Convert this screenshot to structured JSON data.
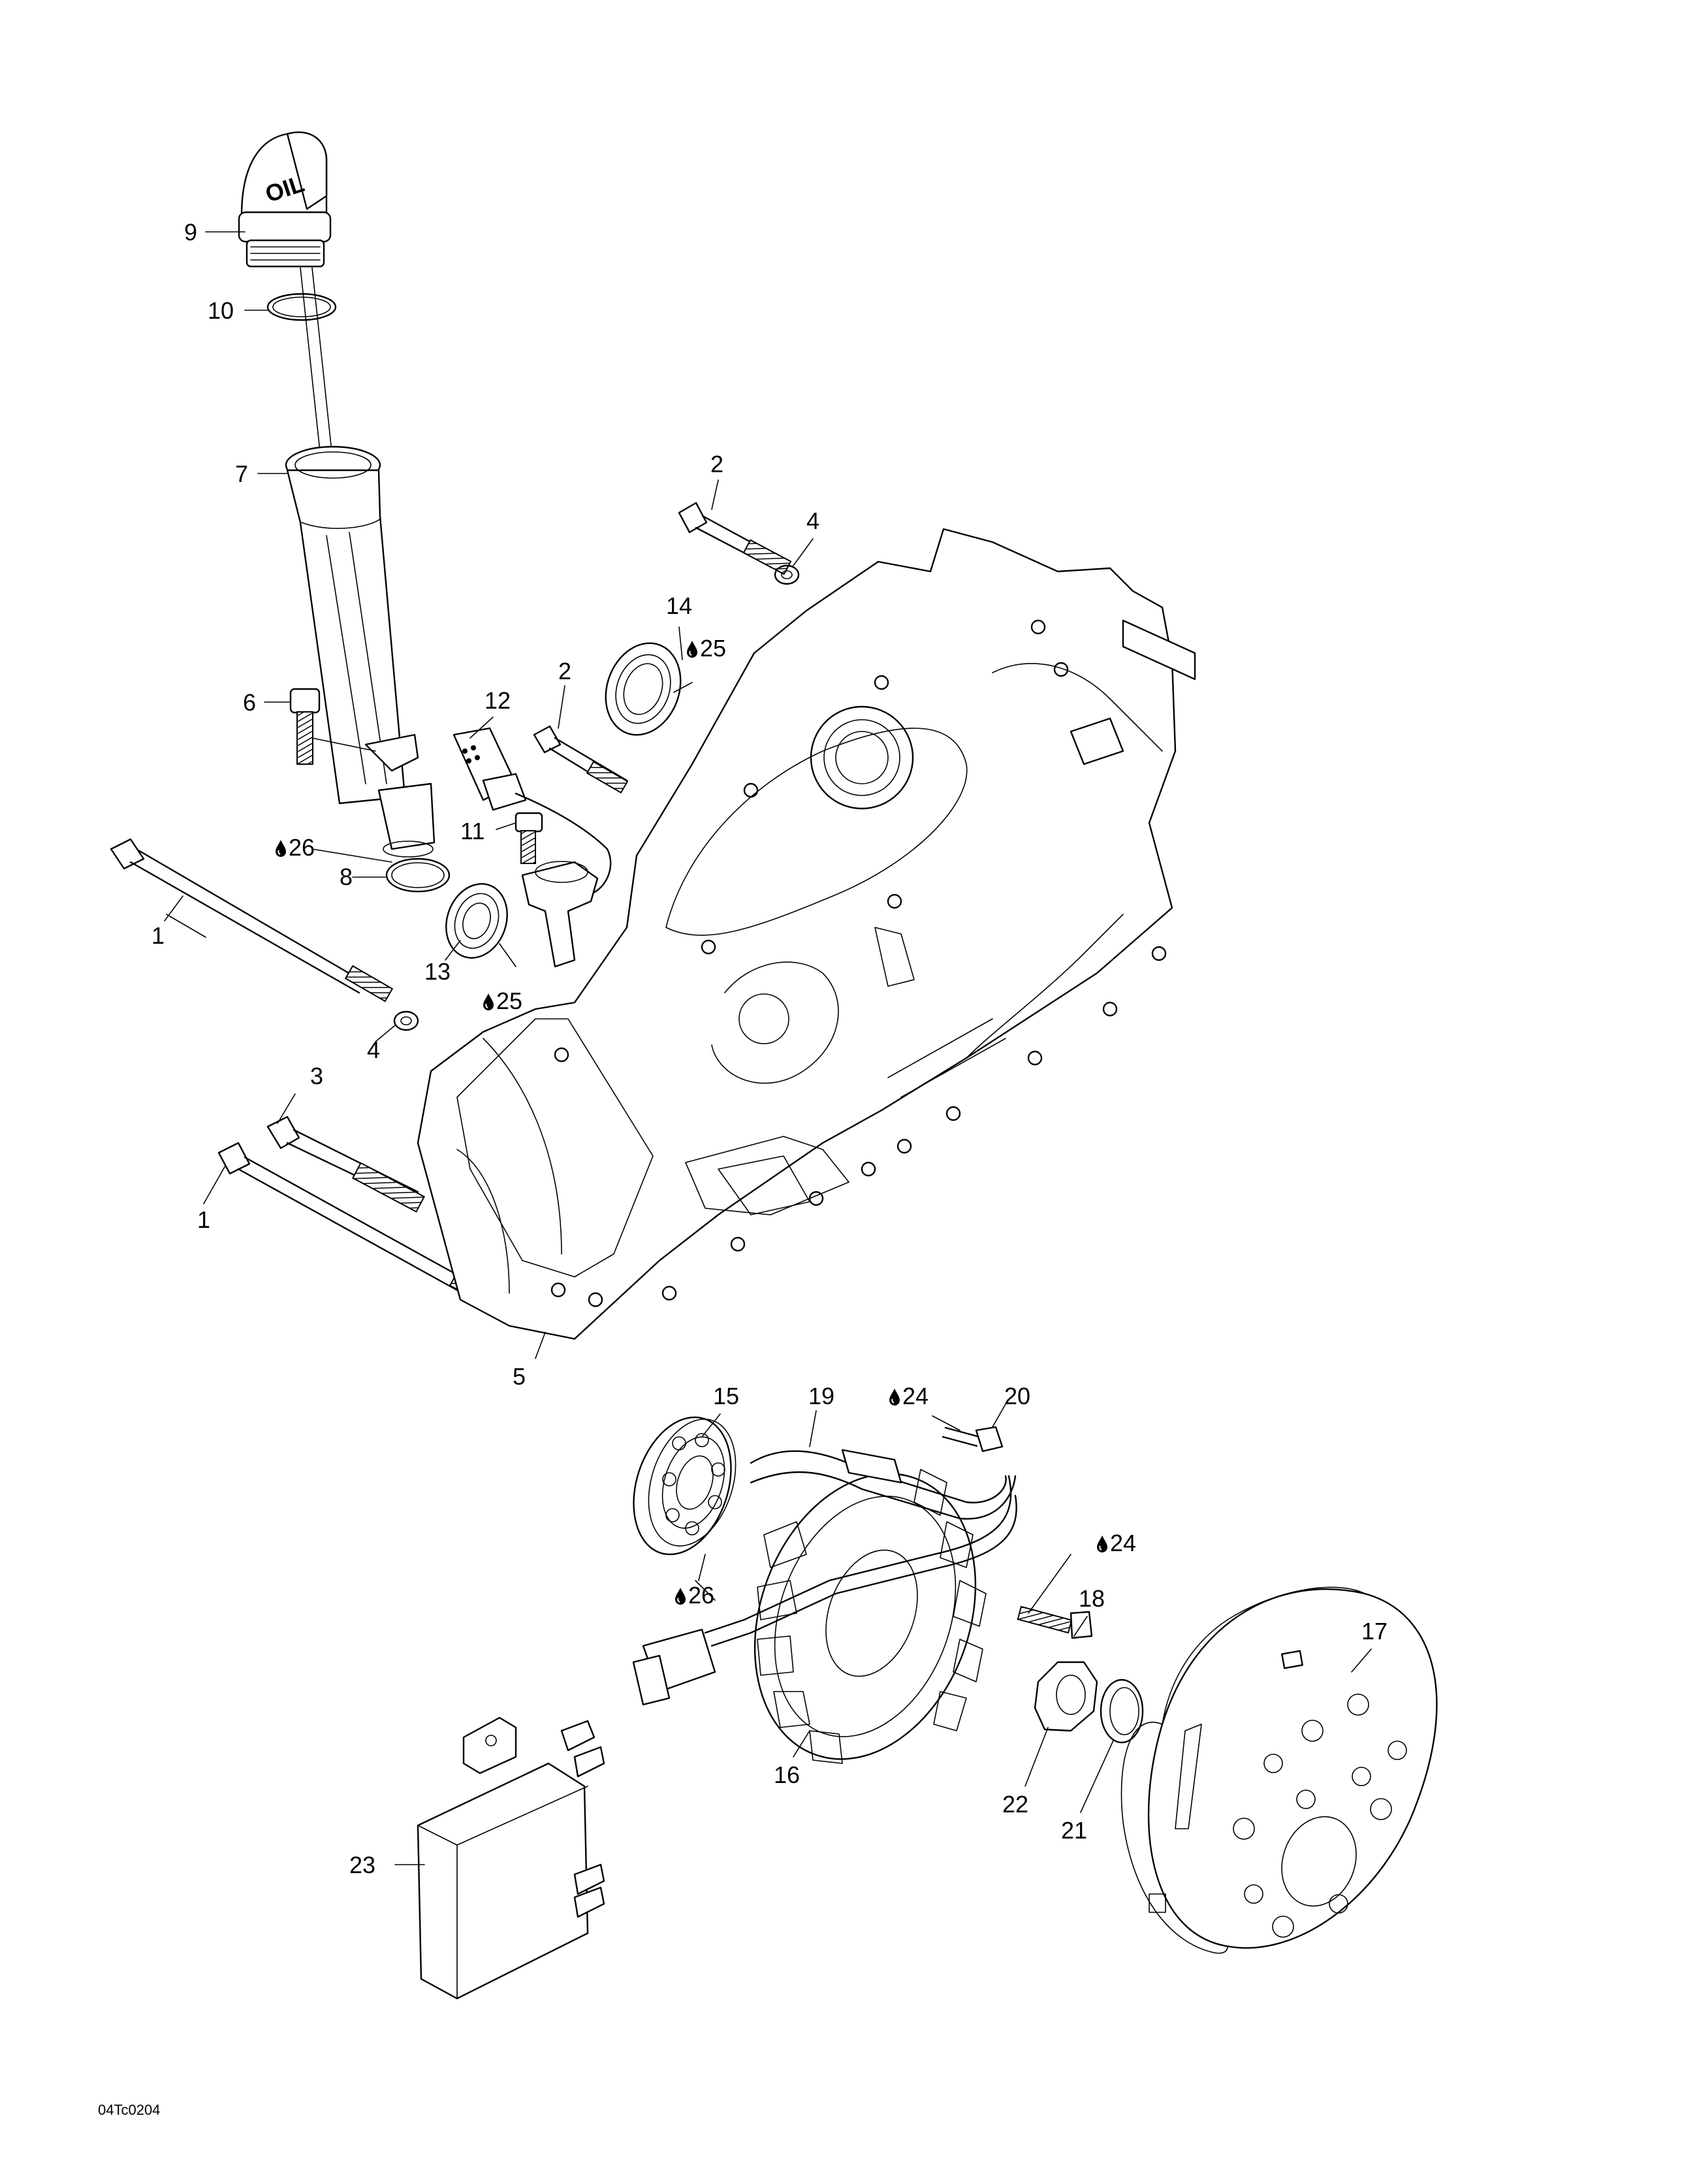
{
  "figure_ref": "04Tc0204",
  "cap_text": "OIL",
  "lubricant_symbol": "drop-icon",
  "callouts": {
    "c9": "9",
    "c10": "10",
    "c7": "7",
    "c6": "6",
    "c26a": "26",
    "c8": "8",
    "c1a": "1",
    "c1b": "1",
    "c2a": "2",
    "c2b": "2",
    "c3": "3",
    "c4a": "4",
    "c4b": "4",
    "c5": "5",
    "c11": "11",
    "c12": "12",
    "c13": "13",
    "c14": "14",
    "c25a": "25",
    "c25b": "25",
    "c15": "15",
    "c16": "16",
    "c17": "17",
    "c18": "18",
    "c19": "19",
    "c20": "20",
    "c21": "21",
    "c22": "22",
    "c23": "23",
    "c24a": "24",
    "c24b": "24",
    "c26b": "26"
  }
}
